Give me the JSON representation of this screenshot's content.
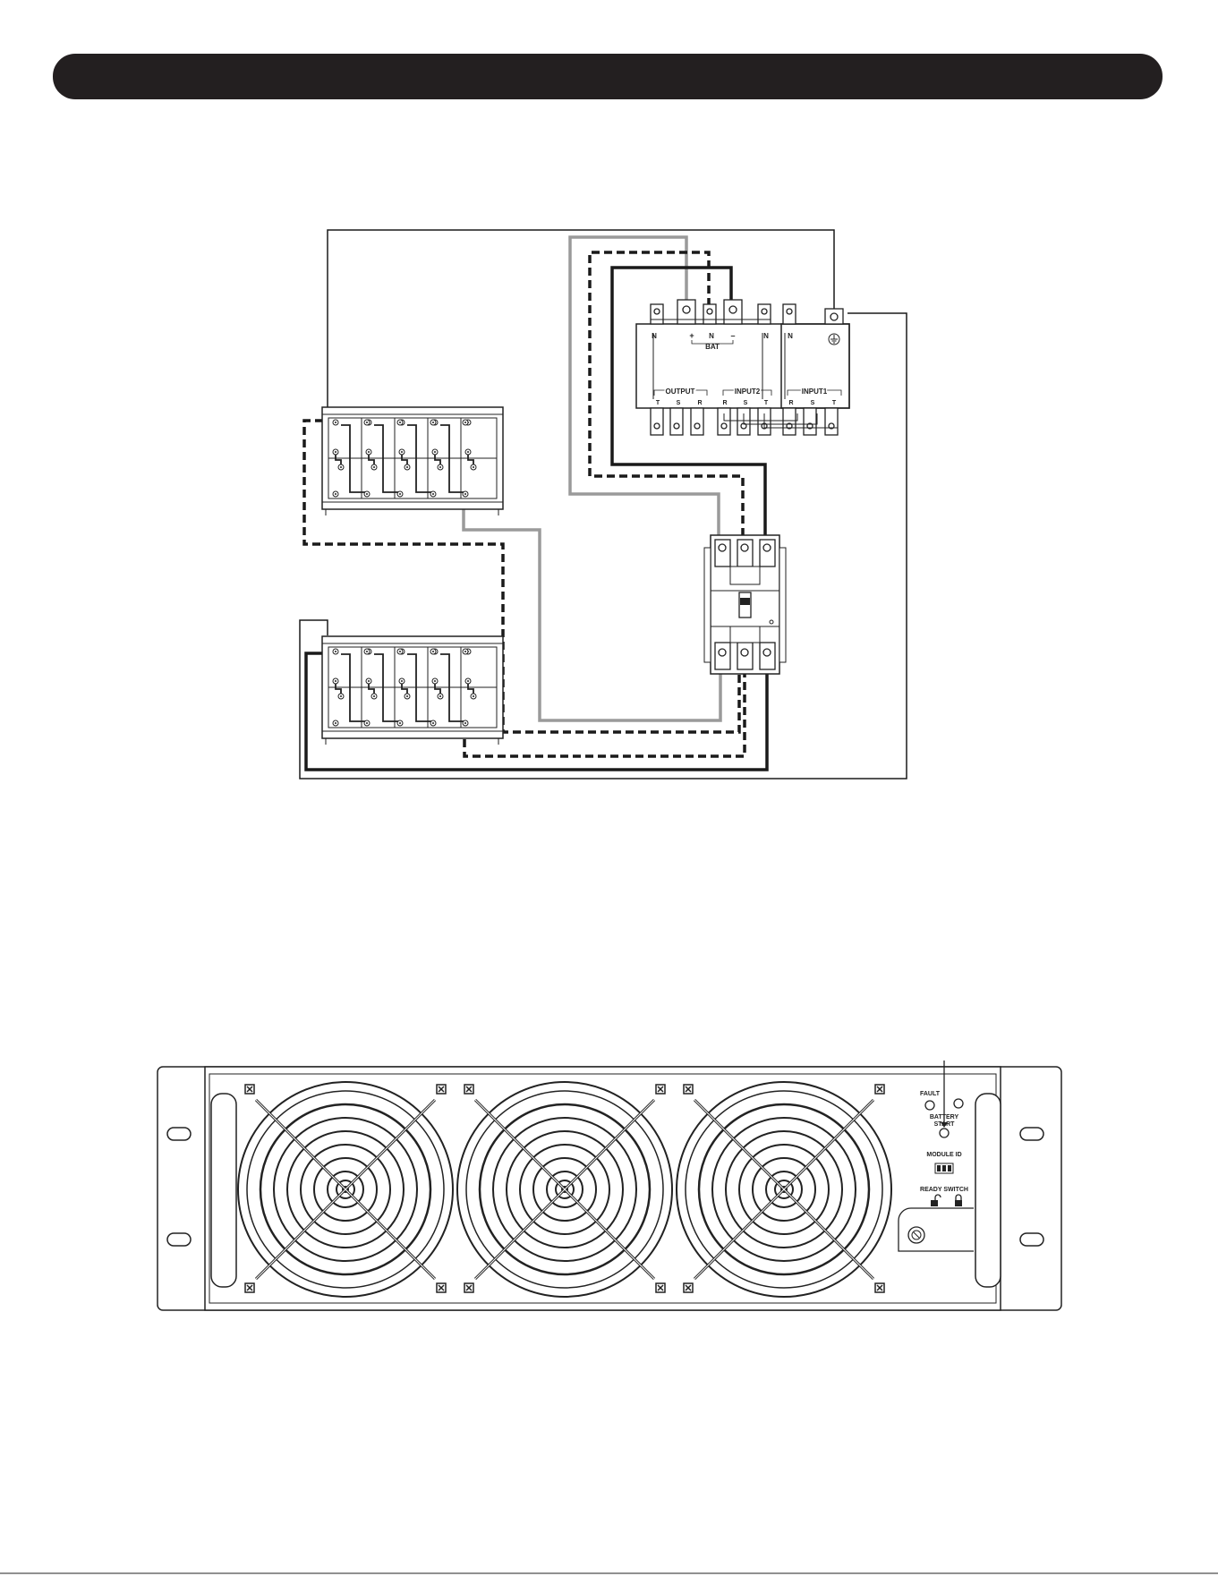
{
  "terminal_top_labels": {
    "n_output": "N",
    "bat_pos": "+",
    "bat_n": "N",
    "bat_neg": "–",
    "bat": "BAT",
    "n_input2": "N",
    "n_input1": "N"
  },
  "terminal_groups": {
    "output": "OUTPUT",
    "input2": "INPUT2",
    "input1": "INPUT1"
  },
  "terminal_phases": {
    "output": [
      "T",
      "S",
      "R"
    ],
    "input2": [
      "R",
      "S",
      "T"
    ],
    "input1": [
      "R",
      "S",
      "T"
    ]
  },
  "front_panel": {
    "fault": "FAULT",
    "battery_start_line1": "BATTERY",
    "battery_start_line2": "START",
    "module_id": "MODULE ID",
    "ready_switch": "READY SWITCH"
  },
  "colors": {
    "title_bar": "#231f20",
    "wire_black": "#1a1a1a",
    "wire_gray": "#9a9a9a"
  },
  "icons": {
    "ground": "ground-icon",
    "unlock": "unlock-icon",
    "lock": "lock-icon"
  }
}
